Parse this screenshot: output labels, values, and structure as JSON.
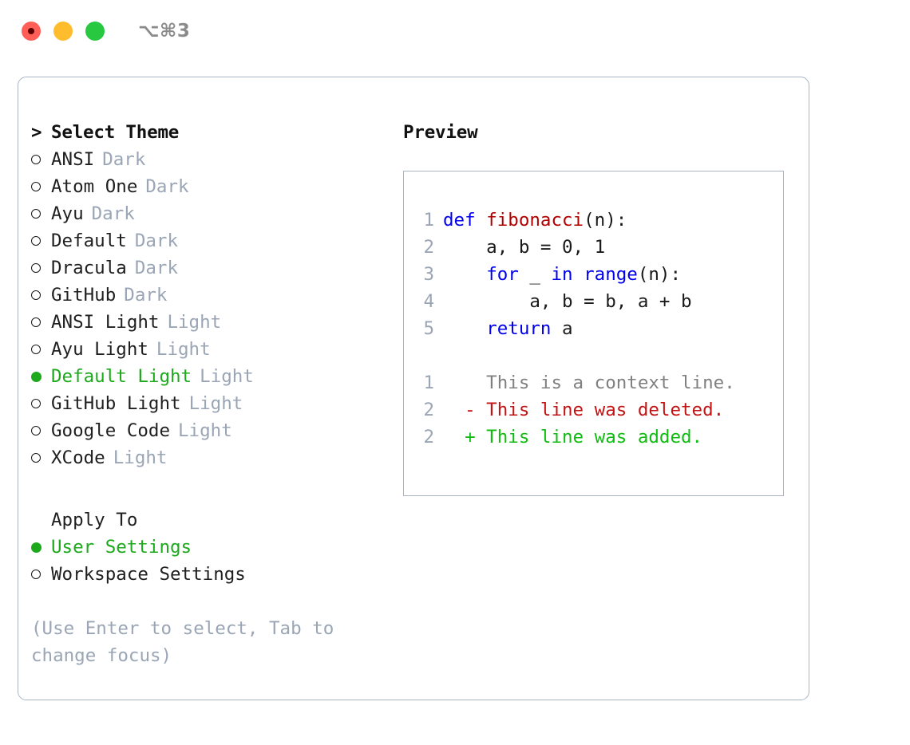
{
  "titlebar": {
    "shortcut": "⌥⌘3",
    "buttons": {
      "close": "close",
      "minimize": "minimize",
      "maximize": "maximize"
    }
  },
  "theme_picker": {
    "heading": "Select Theme",
    "caret": ">",
    "items": [
      {
        "name": "ANSI",
        "tag": "Dark",
        "selected": false
      },
      {
        "name": "Atom One",
        "tag": "Dark",
        "selected": false
      },
      {
        "name": "Ayu",
        "tag": "Dark",
        "selected": false
      },
      {
        "name": "Default",
        "tag": "Dark",
        "selected": false
      },
      {
        "name": "Dracula",
        "tag": "Dark",
        "selected": false
      },
      {
        "name": "GitHub",
        "tag": "Dark",
        "selected": false
      },
      {
        "name": "ANSI Light",
        "tag": "Light",
        "selected": false
      },
      {
        "name": "Ayu Light",
        "tag": "Light",
        "selected": false
      },
      {
        "name": "Default Light",
        "tag": "Light",
        "selected": true
      },
      {
        "name": "GitHub Light",
        "tag": "Light",
        "selected": false
      },
      {
        "name": "Google Code",
        "tag": "Light",
        "selected": false
      },
      {
        "name": "XCode",
        "tag": "Light",
        "selected": false
      }
    ]
  },
  "apply_to": {
    "label": "Apply To",
    "options": [
      {
        "name": "User Settings",
        "selected": true
      },
      {
        "name": "Workspace Settings",
        "selected": false
      }
    ]
  },
  "hint": "(Use Enter to select, Tab to change focus)",
  "preview": {
    "title": "Preview",
    "code": [
      {
        "lineno": "1",
        "tokens": [
          {
            "t": "def ",
            "c": "kw"
          },
          {
            "t": "fibonacci",
            "c": "fn"
          },
          {
            "t": "(n):",
            "c": "pl"
          }
        ]
      },
      {
        "lineno": "2",
        "tokens": [
          {
            "t": "    a, b = 0, 1",
            "c": "pl"
          }
        ]
      },
      {
        "lineno": "3",
        "tokens": [
          {
            "t": "    ",
            "c": "pl"
          },
          {
            "t": "for",
            "c": "kw"
          },
          {
            "t": " _ ",
            "c": "pl"
          },
          {
            "t": "in",
            "c": "kw"
          },
          {
            "t": " ",
            "c": "pl"
          },
          {
            "t": "range",
            "c": "kw"
          },
          {
            "t": "(n):",
            "c": "pl"
          }
        ]
      },
      {
        "lineno": "4",
        "tokens": [
          {
            "t": "        a, b = b, a + b",
            "c": "pl"
          }
        ]
      },
      {
        "lineno": "5",
        "tokens": [
          {
            "t": "    ",
            "c": "pl"
          },
          {
            "t": "return",
            "c": "kw"
          },
          {
            "t": " a",
            "c": "pl"
          }
        ]
      }
    ],
    "diff": [
      {
        "lineno": "1",
        "marker": " ",
        "text": "This is a context line.",
        "kind": "ctx"
      },
      {
        "lineno": "2",
        "marker": "-",
        "text": "This line was deleted.",
        "kind": "del"
      },
      {
        "lineno": "2",
        "marker": "+",
        "text": "This line was added.",
        "kind": "add"
      }
    ]
  },
  "colors": {
    "accent_green": "#1ca91c",
    "border": "#a9b4c4",
    "muted": "#9aa5b5",
    "keyword_blue": "#0000ee",
    "function_red": "#b10000",
    "diff_add": "#12bb12",
    "diff_del": "#c21414"
  }
}
